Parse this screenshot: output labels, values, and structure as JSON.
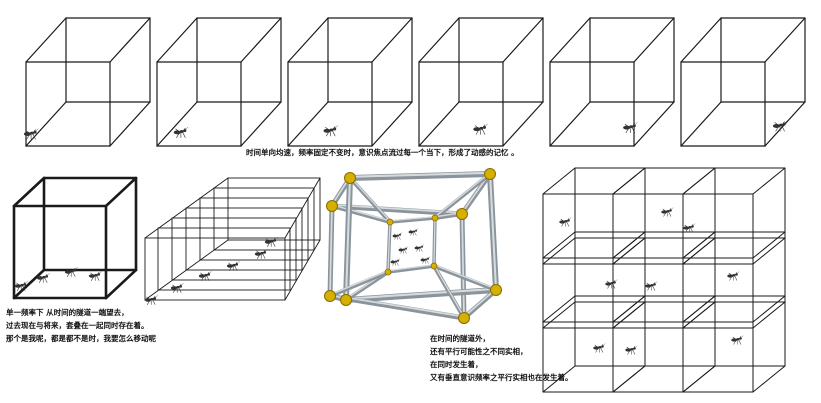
{
  "captions": {
    "top": "时间单向均速，频率固定不变时，意识焦点流过每一个当下，形成了动感的记忆 。",
    "left": [
      "单一频率下 从时间的隧道一端望去，",
      "过去现在与将来，套叠在一起同时存在着。",
      "那个是我呢，都是都不是时，我要怎么移动呢"
    ],
    "right": [
      "在时间的隧道外，",
      "还有平行可能性之不同实相，",
      "在同时发生着，",
      "又有垂直意识频率之平行实相也在发生着。"
    ]
  },
  "sequence": {
    "frame_count": 6,
    "ant_steps": [
      0.0,
      0.2,
      0.4,
      0.6,
      0.8,
      1.0
    ]
  },
  "colors": {
    "line": "#1a1a1a",
    "tube": "#8a949a",
    "tube_light": "#d5dbde",
    "joint": "#d4b000",
    "joint_dark": "#8a6a00",
    "ant": "#333333"
  }
}
